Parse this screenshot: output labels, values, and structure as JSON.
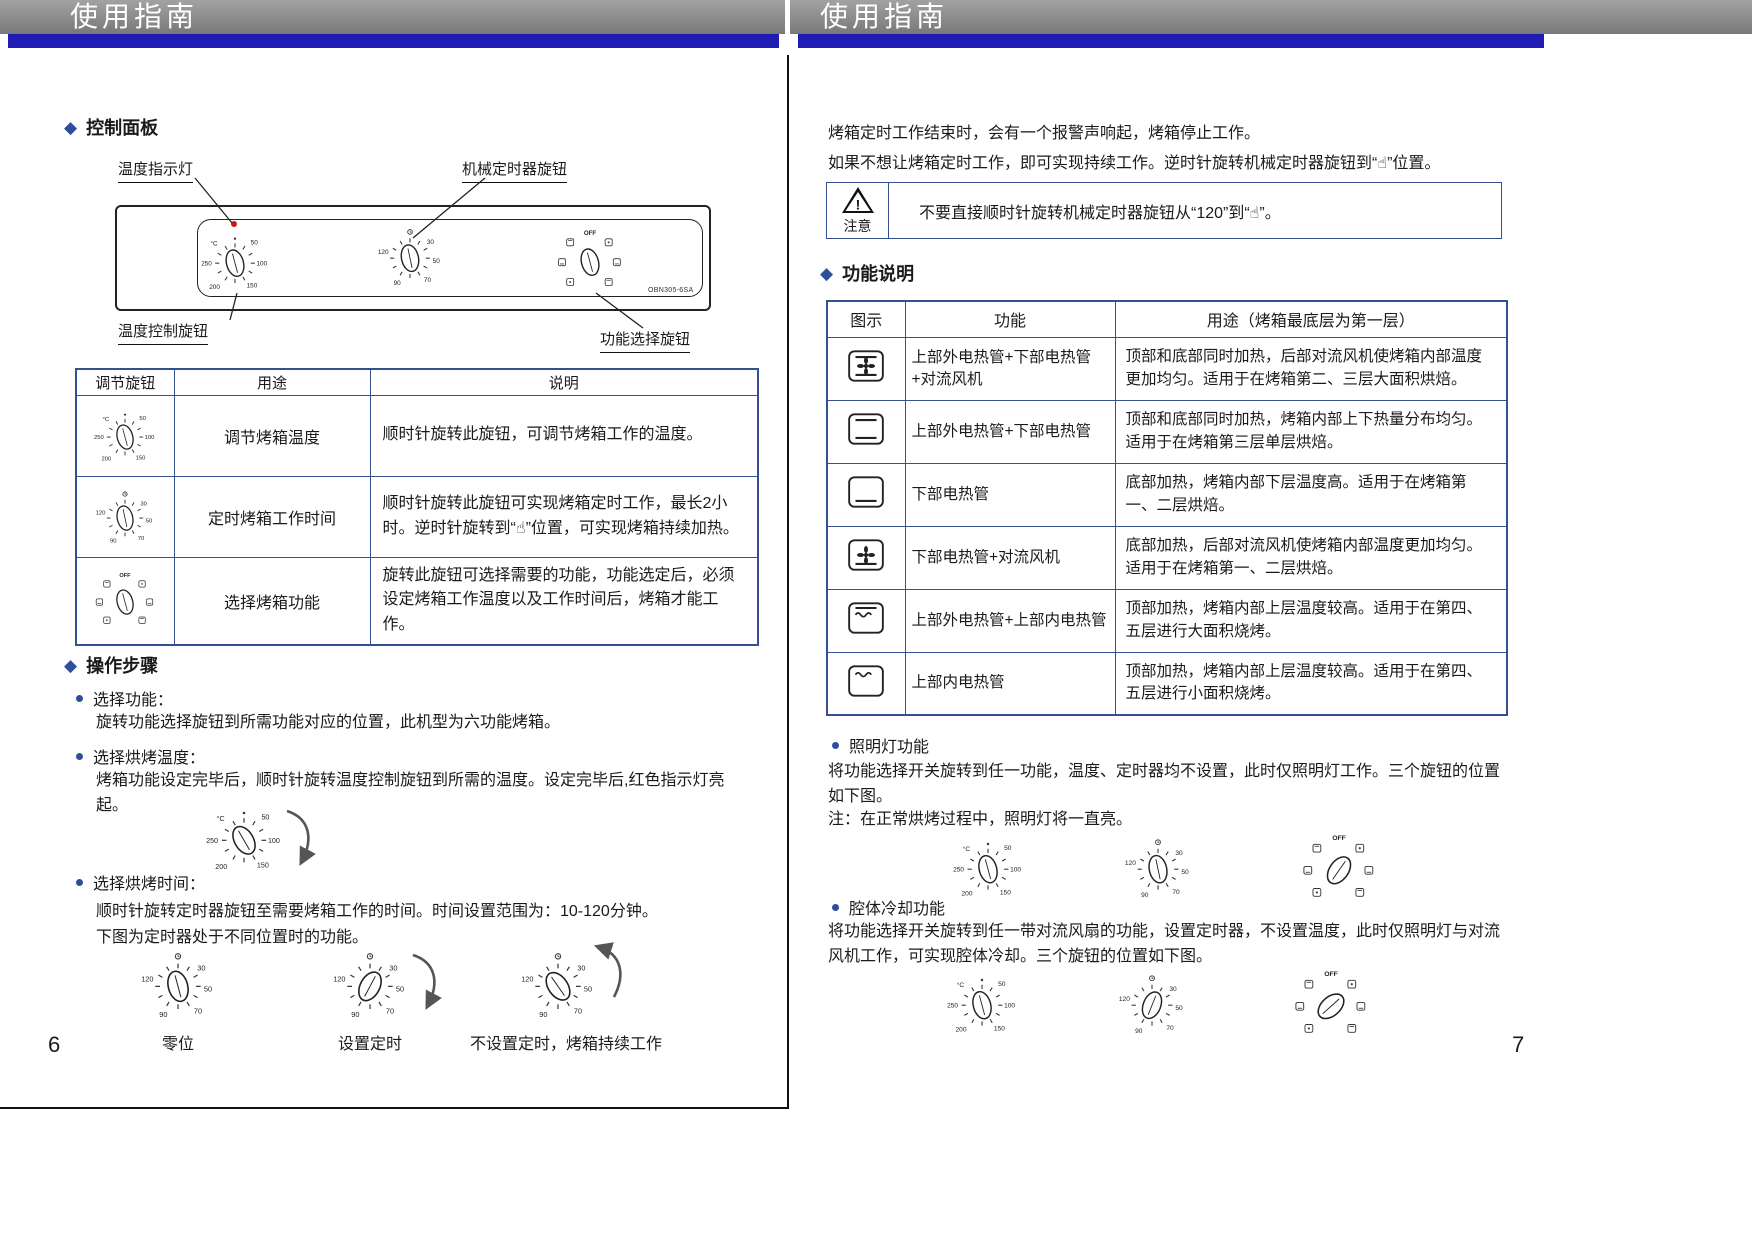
{
  "left_page": {
    "header": "使用指南",
    "page_number": "6",
    "control_panel": {
      "title": "控制面板",
      "label_temp_light": "温度指示灯",
      "label_timer_knob": "机械定时器旋钮",
      "label_temp_knob": "温度控制旋钮",
      "label_function_knob": "功能选择旋钮",
      "model_code": "OBN305-6SA"
    },
    "knob_table": {
      "col_knob": "调节旋钮",
      "col_use": "用途",
      "col_desc": "说明",
      "rows": [
        {
          "use": "调节烤箱温度",
          "desc": "顺时针旋转此旋钮，可调节烤箱工作的温度。"
        },
        {
          "use": "定时烤箱工作时间",
          "desc": "顺时针旋转此旋钮可实现烤箱定时工作，最长2小时。逆时针旋转到“☝”位置，可实现烤箱持续加热。"
        },
        {
          "use": "选择烤箱功能",
          "desc": "旋转此旋钮可选择需要的功能，功能选定后，必须设定烤箱工作温度以及工作时间后，烤箱才能工作。"
        }
      ]
    },
    "steps": {
      "title": "操作步骤",
      "step1_label": "选择功能：",
      "step1_text": "旋转功能选择旋钮到所需功能对应的位置，此机型为六功能烤箱。",
      "step2_label": "选择烘烤温度：",
      "step2_text": "烤箱功能设定完毕后，顺时针旋转温度控制旋钮到所需的温度。设定完毕后,红色指示灯亮起。",
      "step3_label": "选择烘烤时间：",
      "step3_text1": "顺时针旋转定时器旋钮至需要烤箱工作的时间。时间设置范围为：10-120分钟。",
      "step3_text2": "下图为定时器处于不同位置时的功能。",
      "caption_zero": "零位",
      "caption_set": "设置定时",
      "caption_noset": "不设置定时，烤箱持续工作"
    }
  },
  "right_page": {
    "header": "使用指南",
    "page_number": "7",
    "intro_line1": "烤箱定时工作结束时，会有一个报警声响起，烤箱停止工作。",
    "intro_line2": "如果不想让烤箱定时工作，即可实现持续工作。逆时针旋转机械定时器旋钮到“☝”位置。",
    "warning": {
      "label": "注意",
      "text": "不要直接顺时针旋转机械定时器旋钮从“120”到“☝”。"
    },
    "functions": {
      "title": "功能说明",
      "col_icon": "图示",
      "col_function": "功能",
      "col_use": "用途（烤箱最底层为第一层）",
      "rows": [
        {
          "icon": "top-bottom-fan",
          "function": "上部外电热管+下部电热管+对流风机",
          "use": "顶部和底部同时加热，后部对流风机使烤箱内部温度更加均匀。适用于在烤箱第二、三层大面积烘焙。"
        },
        {
          "icon": "top-bottom",
          "function": "上部外电热管+下部电热管",
          "use": "顶部和底部同时加热，烤箱内部上下热量分布均匀。适用于在烤箱第三层单层烘焙。"
        },
        {
          "icon": "bottom",
          "function": "下部电热管",
          "use": "底部加热，烤箱内部下层温度高。适用于在烤箱第一、二层烘焙。"
        },
        {
          "icon": "bottom-fan",
          "function": "下部电热管+对流风机",
          "use": "底部加热，后部对流风机使烤箱内部温度更加均匀。适用于在烤箱第一、二层烘焙。"
        },
        {
          "icon": "grill-outer-inner",
          "function": "上部外电热管+上部内电热管",
          "use": "顶部加热，烤箱内部上层温度较高。适用于在第四、五层进行大面积烧烤。"
        },
        {
          "icon": "grill-inner",
          "function": "上部内电热管",
          "use": "顶部加热，烤箱内部上层温度较高。适用于在第四、五层进行小面积烧烤。"
        }
      ]
    },
    "lighting": {
      "title": "照明灯功能",
      "text": "将功能选择开关旋转到任一功能，温度、定时器均不设置，此时仅照明灯工作。三个旋钮的位置如下图。",
      "note": "注：在正常烘烤过程中，照明灯将一直亮。"
    },
    "cooling": {
      "title": "腔体冷却功能",
      "text": "将功能选择开关旋转到任一带对流风扇的功能，设置定时器，不设置温度，此时仅照明灯与对流风机工作，可实现腔体冷却。三个旋钮的位置如下图。"
    }
  },
  "knobs": {
    "temp_labels": [
      "°C",
      "50",
      "100",
      "150",
      "200",
      "250"
    ],
    "timer_labels": [
      "120",
      "30",
      "50",
      "70",
      "90"
    ],
    "function_off": "OFF"
  },
  "colors": {
    "accent_blue": "#201cb3",
    "table_border": "#33508f",
    "indicator_red": "#cf1717",
    "header_gray": "#8c8c8c"
  }
}
